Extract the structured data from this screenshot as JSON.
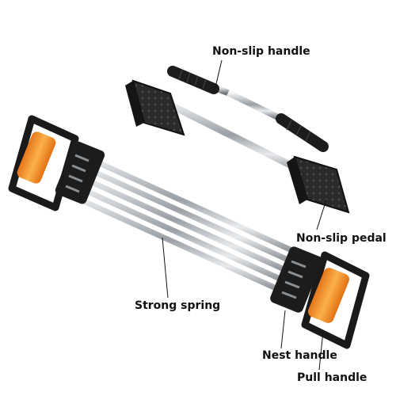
{
  "labels": {
    "non_slip_handle": "Non-slip handle",
    "non_slip_pedal": "Non-slip pedal",
    "strong_spring": "Strong spring",
    "nest_handle": "Nest handle",
    "pull_handle": "Pull handle"
  },
  "colors": {
    "grip": "#f08a1c",
    "frame": "#1a1a1a",
    "metal": "#c8ccd0",
    "background": "#ffffff"
  }
}
